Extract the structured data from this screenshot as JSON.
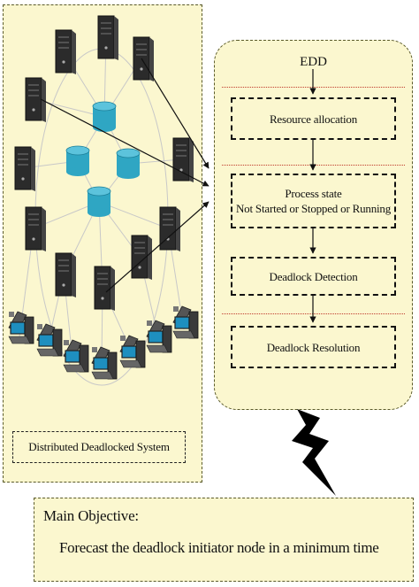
{
  "system": {
    "label": "Distributed Deadlocked System"
  },
  "edd": {
    "title": "EDD",
    "steps": [
      {
        "line1": "Resource allocation",
        "line2": ""
      },
      {
        "line1": "Process state",
        "line2": "Not Started or Stopped or Running"
      },
      {
        "line1": "Deadlock Detection",
        "line2": ""
      },
      {
        "line1": "Deadlock Resolution",
        "line2": ""
      }
    ]
  },
  "objective": {
    "heading": "Main Objective:",
    "text": "Forecast the deadlock initiator node in a minimum time"
  },
  "colors": {
    "panel_fill": "#fbf7cf",
    "server_dark": "#2b2b2b",
    "database_cyan": "#2fa6c3",
    "separator_red": "#c0392b",
    "monitor_screen": "#1e8fbf"
  },
  "icons": [
    "server-icon",
    "database-icon",
    "workstation-icon",
    "lightning-bolt-icon"
  ]
}
